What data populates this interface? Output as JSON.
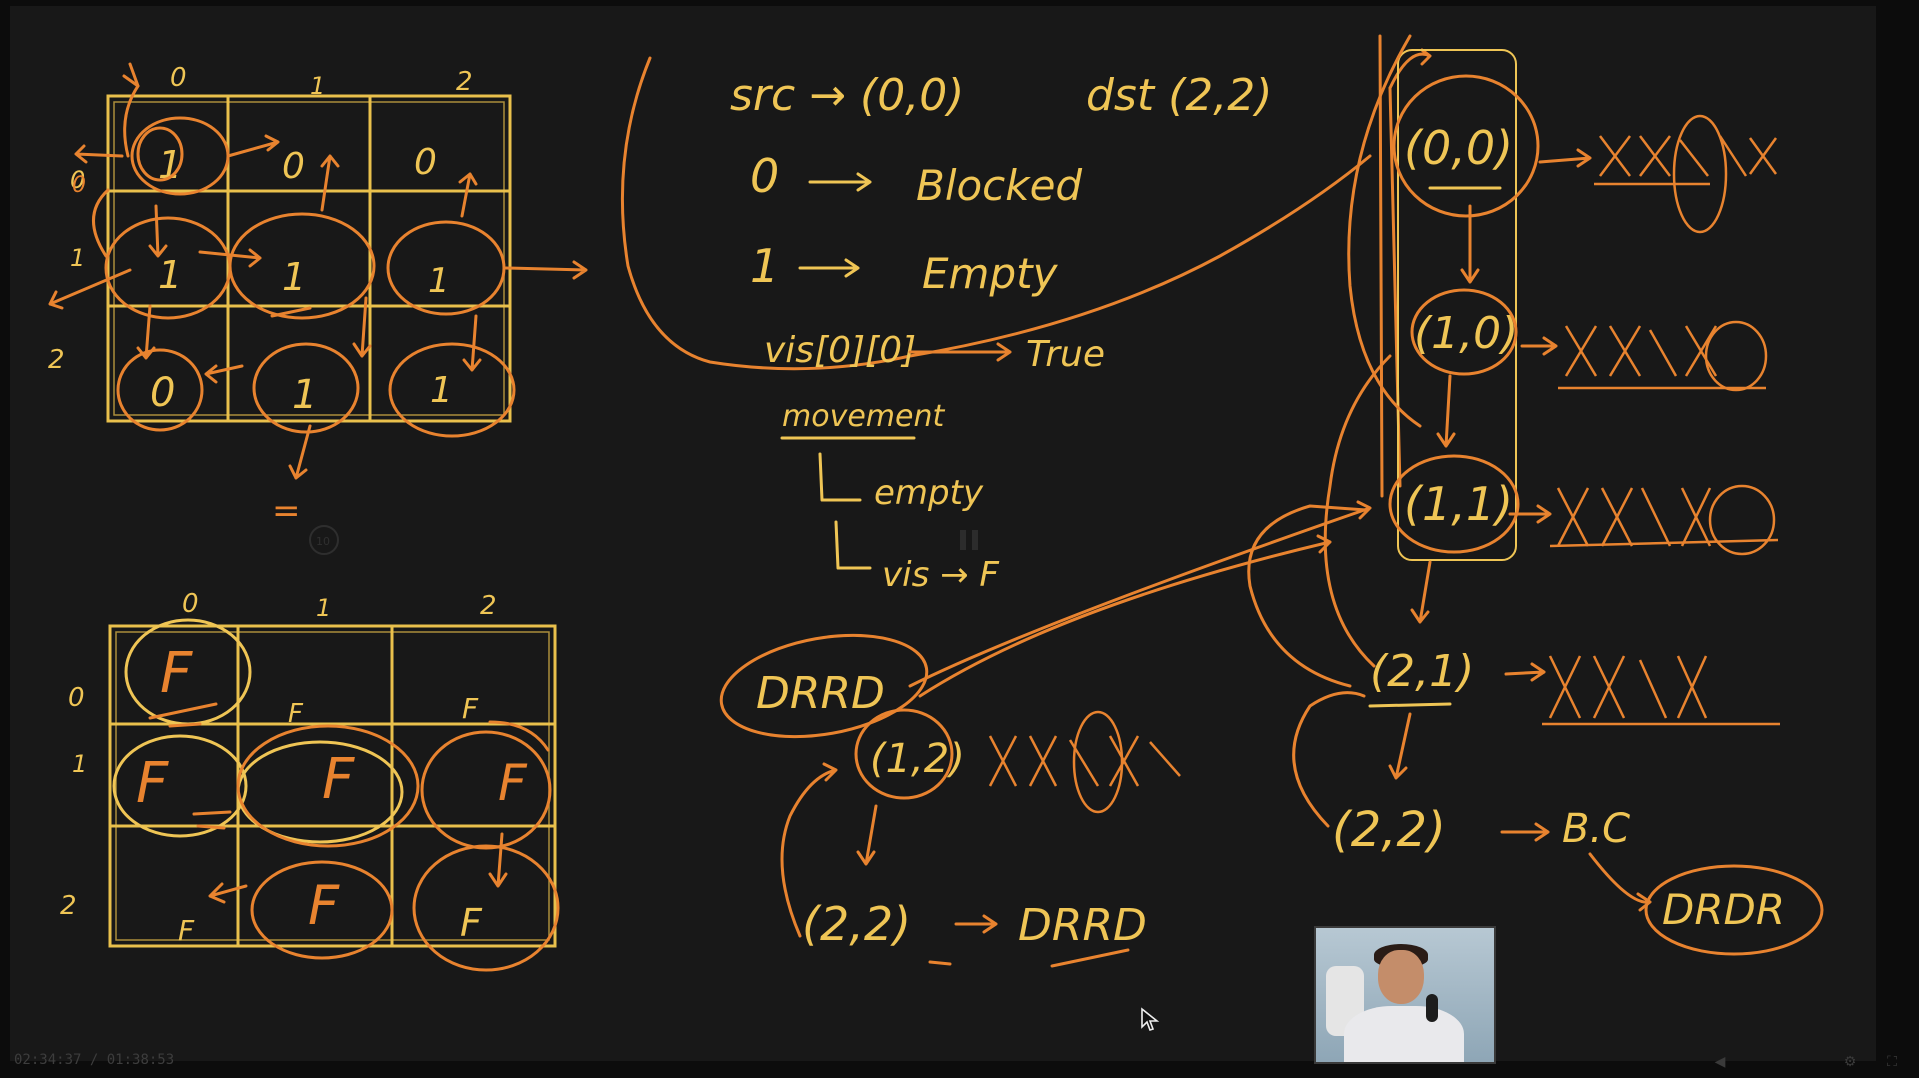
{
  "video": {
    "time_current": "02:34:37",
    "time_separator": " / ",
    "time_total": "01:38:53",
    "overlay_rewind_label": "10"
  },
  "grid1": {
    "col_headers": [
      "0",
      "1",
      "2"
    ],
    "row_headers": [
      "0",
      "1",
      "2"
    ],
    "cells": [
      [
        "1",
        "0",
        "0"
      ],
      [
        "1",
        "1",
        "1"
      ],
      [
        "0",
        "1",
        "1"
      ]
    ],
    "stray_label": "0",
    "dash": "="
  },
  "grid2": {
    "col_headers": [
      "0",
      "1",
      "2"
    ],
    "row_headers": [
      "0",
      "1",
      "2"
    ],
    "cells": [
      [
        "F",
        "F",
        "F"
      ],
      [
        "F",
        "F",
        "F"
      ],
      [
        "F",
        "F",
        "F"
      ]
    ]
  },
  "notes": {
    "src": "src → (0,0)",
    "dst": "dst  (2,2)",
    "zero": "0",
    "blocked": "Blocked",
    "one": "1",
    "empty": "Empty",
    "vis": "vis[0][0]",
    "true": "True",
    "movement": "movement",
    "m_empty": "empty",
    "m_vis": "vis → F"
  },
  "stack": {
    "items": [
      "(0,0)",
      "(1,0)",
      "(1,1)",
      "(2,1)",
      "(2,2)"
    ],
    "base_case": "B.C",
    "result": "DRDR"
  },
  "lower_path": {
    "node": "(1,2)",
    "label": "DRRD",
    "target": "(2,2)",
    "result": "DRRD"
  },
  "colors": {
    "orange": "#e8832f",
    "yellow": "#efc555",
    "grid": "#e9c04c",
    "background": "#181818"
  }
}
